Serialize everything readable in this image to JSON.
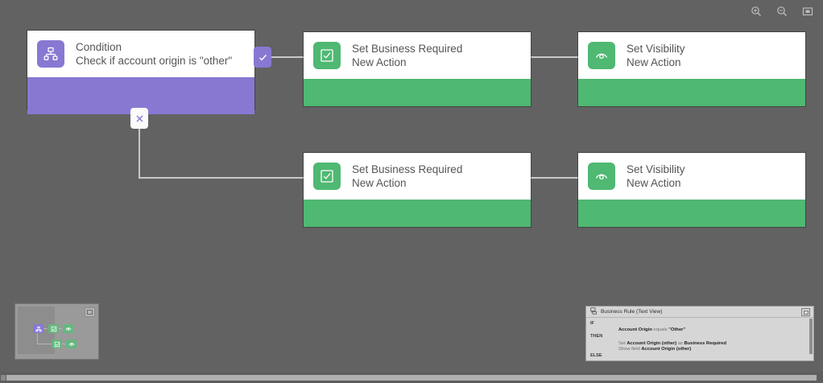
{
  "toolbar": {
    "zoom_in_icon": "zoom-in-icon",
    "zoom_out_icon": "zoom-out-icon",
    "fit_icon": "fit-to-screen-icon"
  },
  "colors": {
    "canvas_bg": "#626262",
    "purple": "#8878d2",
    "green": "#4fb872",
    "card_bg": "#ffffff",
    "connector": "#c8c8c8",
    "text": "#555555"
  },
  "flow": {
    "nodes": [
      {
        "id": "condition",
        "icon": "condition-branch-icon",
        "title": "Condition",
        "subtitle": "Check if account origin is \"other\"",
        "accent": "#8878d2"
      },
      {
        "id": "set-business-required-true",
        "icon": "checkbox-checked-icon",
        "title": "Set Business Required",
        "subtitle": "New Action",
        "accent": "#4fb872"
      },
      {
        "id": "set-visibility-true",
        "icon": "eye-visibility-icon",
        "title": "Set Visibility",
        "subtitle": "New Action",
        "accent": "#4fb872"
      },
      {
        "id": "set-business-required-false",
        "icon": "checkbox-checked-icon",
        "title": "Set Business Required",
        "subtitle": "New Action",
        "accent": "#4fb872"
      },
      {
        "id": "set-visibility-false",
        "icon": "eye-visibility-icon",
        "title": "Set Visibility",
        "subtitle": "New Action",
        "accent": "#4fb872"
      }
    ],
    "branches": {
      "yes_icon": "check-icon",
      "no_icon": "x-icon"
    }
  },
  "minimap": {
    "expand_icon": "expand-icon"
  },
  "textview": {
    "icon": "business-rule-icon",
    "title": "Business Rule (Text View)",
    "expand_icon": "restore-window-icon",
    "keywords": {
      "if": "IF",
      "then": "THEN",
      "else": "ELSE"
    },
    "condition": {
      "field": "Account Origin",
      "operator": "equals",
      "value": "\"Other\""
    },
    "actions": [
      {
        "verb": "Set",
        "target": "Account Origin (other)",
        "connector": "as",
        "result": "Business Required"
      },
      {
        "verb": "Show field",
        "target": "Account Origin (other)",
        "connector": "",
        "result": ""
      }
    ]
  }
}
